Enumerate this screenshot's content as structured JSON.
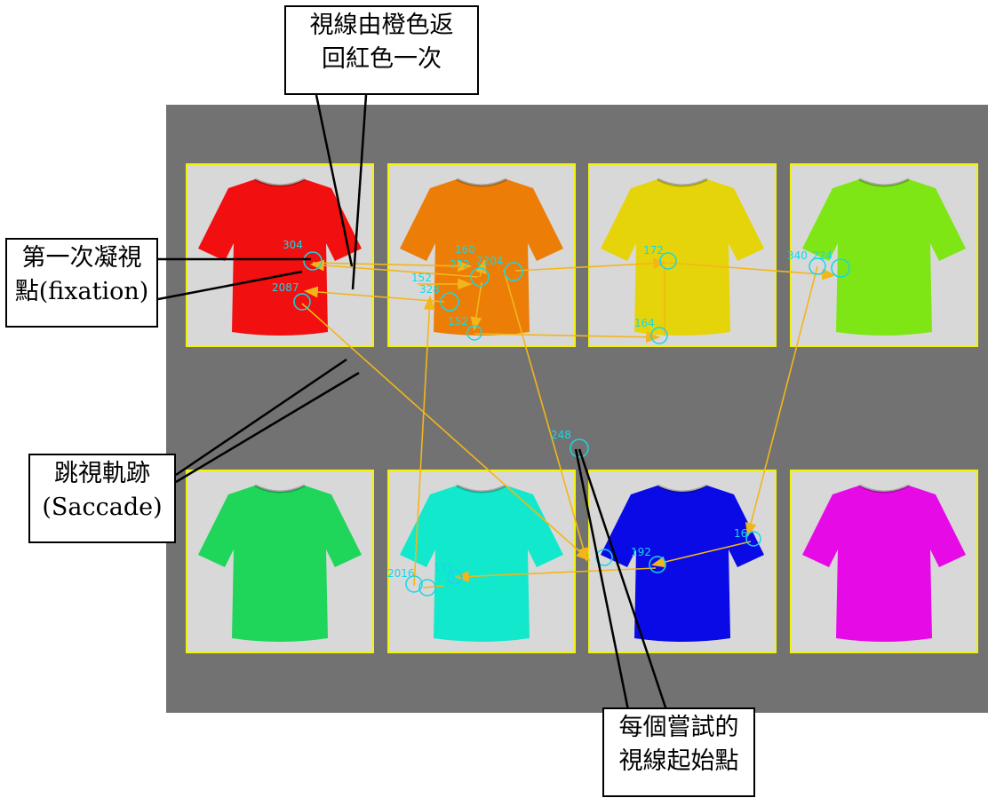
{
  "callouts": {
    "gaze_return": {
      "line1": "視線由橙色返",
      "line2": "回紅色一次"
    },
    "first_fixation": {
      "line1": "第一次凝視",
      "line2": "點(fixation)"
    },
    "saccade": {
      "line1": "跳視軌跡",
      "line2": "(Saccade)"
    },
    "start_point": {
      "line1": "每個嘗試的",
      "line2": "視線起始點"
    }
  },
  "shirts": [
    {
      "color": "#f20f0f",
      "name": "red"
    },
    {
      "color": "#ec7e07",
      "name": "orange"
    },
    {
      "color": "#e6d40a",
      "name": "yellow"
    },
    {
      "color": "#7ee615",
      "name": "lime"
    },
    {
      "color": "#1fd65a",
      "name": "green"
    },
    {
      "color": "#12e8cc",
      "name": "cyan"
    },
    {
      "color": "#0a0ae6",
      "name": "blue"
    },
    {
      "color": "#e60ae6",
      "name": "magenta"
    }
  ],
  "fixation_labels": {
    "f1": "304",
    "f2": "2087",
    "f3": "160",
    "f4": "272",
    "f5": "2204",
    "f6": "152",
    "f7": "328",
    "f8": "152",
    "f9": "172",
    "f10": "164",
    "f11": "340",
    "f12": "224",
    "f13": "248",
    "f14": "16",
    "f15": "192",
    "f16": "13",
    "f17": "171",
    "f18": "2016"
  },
  "colors": {
    "panel": "#727272",
    "card": "#d8d8d8",
    "card_border": "#f2f20a",
    "fixation": "#14d8e6",
    "saccade": "#f2b61a",
    "callout_line": "#000000"
  }
}
